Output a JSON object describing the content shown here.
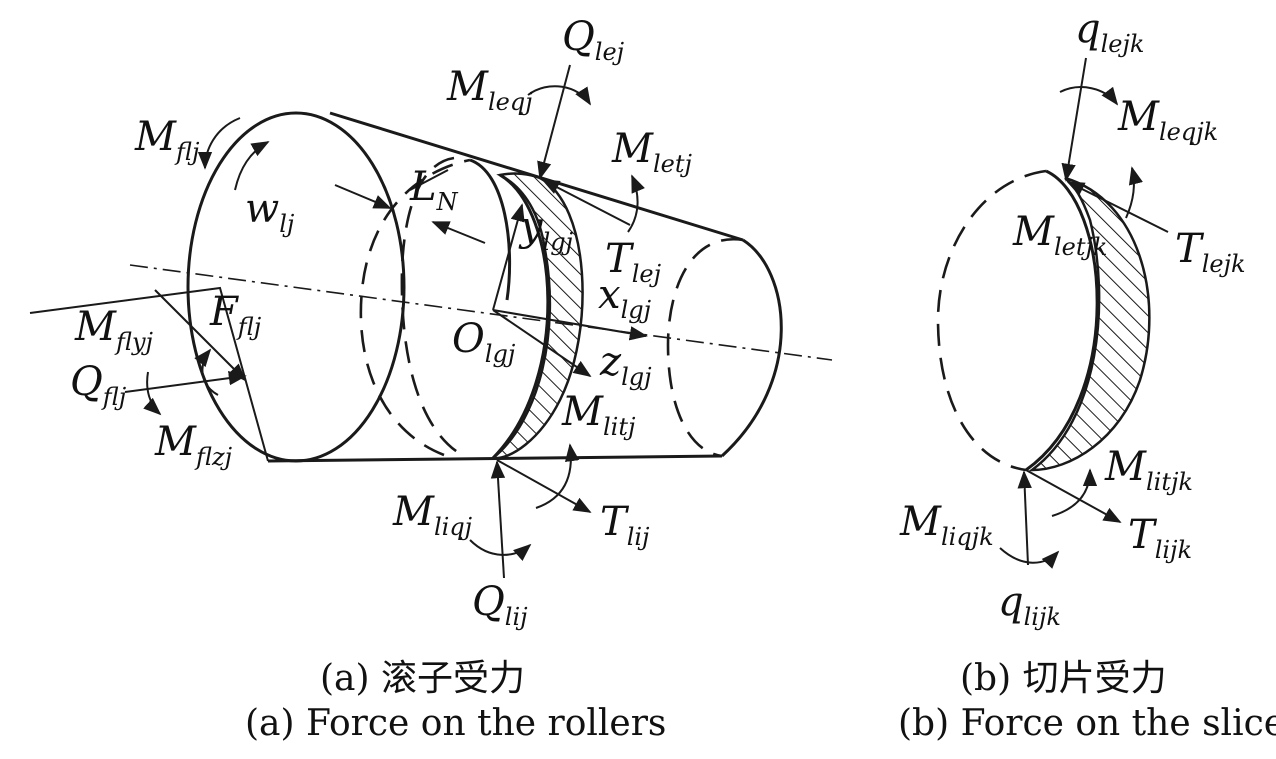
{
  "diagram": {
    "labels": {
      "Q_lej": {
        "main": "Q",
        "sub": "lej"
      },
      "M_leqj": {
        "main": "M",
        "sub": "leqj"
      },
      "M_flj": {
        "main": "M",
        "sub": "flj"
      },
      "w_lj": {
        "main": "w",
        "sub": "lj"
      },
      "L_N": {
        "main": "L",
        "sub": "N"
      },
      "M_letj": {
        "main": "M",
        "sub": "letj"
      },
      "y_lgj": {
        "main": "y",
        "sub": "lgj"
      },
      "T_lej": {
        "main": "T",
        "sub": "lej"
      },
      "x_lgj": {
        "main": "x",
        "sub": "lgj"
      },
      "O_lgj": {
        "main": "O",
        "sub": "lgj"
      },
      "F_flj": {
        "main": "F",
        "sub": "flj"
      },
      "M_flyj": {
        "main": "M",
        "sub": "flyj"
      },
      "Q_flj": {
        "main": "Q",
        "sub": "flj"
      },
      "M_flzj": {
        "main": "M",
        "sub": "flzj"
      },
      "z_lgj": {
        "main": "z",
        "sub": "lgj"
      },
      "M_litj": {
        "main": "M",
        "sub": "litj"
      },
      "M_liqj": {
        "main": "M",
        "sub": "liqj"
      },
      "T_lij": {
        "main": "T",
        "sub": "lij"
      },
      "Q_lij": {
        "main": "Q",
        "sub": "lij"
      },
      "q_lejk": {
        "main": "q",
        "sub": "lejk"
      },
      "M_leqjk": {
        "main": "M",
        "sub": "leqjk"
      },
      "M_letjk": {
        "main": "M",
        "sub": "letjk"
      },
      "T_lejk": {
        "main": "T",
        "sub": "lejk"
      },
      "M_litjk": {
        "main": "M",
        "sub": "litjk"
      },
      "M_liqjk": {
        "main": "M",
        "sub": "liqjk"
      },
      "T_lijk": {
        "main": "T",
        "sub": "lijk"
      },
      "q_lijk": {
        "main": "q",
        "sub": "lijk"
      }
    },
    "captions": {
      "a_cn": "(a) 滚子受力",
      "a_en": "(a) Force on the rollers",
      "b_cn": "(b) 切片受力",
      "b_en": "(b) Force on the slice"
    }
  }
}
